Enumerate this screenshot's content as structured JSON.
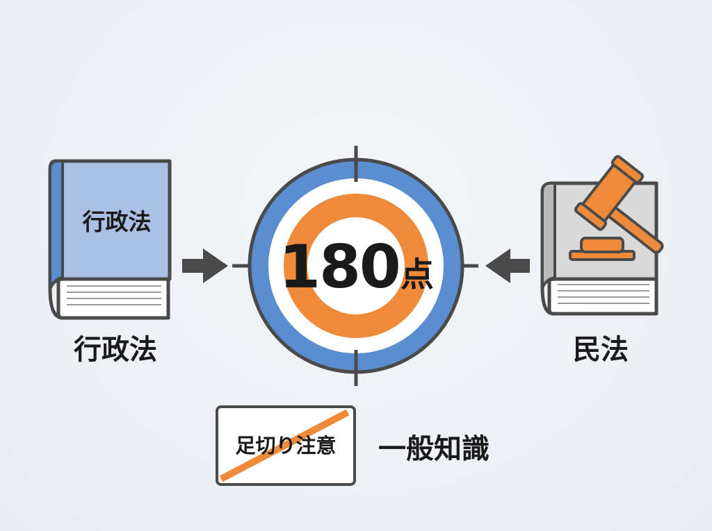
{
  "left_book": {
    "cover_text": "行政法",
    "caption": "行政法"
  },
  "target": {
    "score_number": "180",
    "score_unit": "点"
  },
  "right_book": {
    "caption": "民法"
  },
  "cutoff_box": {
    "text": "足切り注意"
  },
  "general_knowledge": {
    "label": "一般知識"
  },
  "colors": {
    "blue": "#5b8ed0",
    "light_blue": "#a9c0e4",
    "orange": "#ee8a3a",
    "gray": "#4a4a4a",
    "book_gray": "#d9d9d9"
  },
  "icons": {
    "left_book": "book-icon",
    "right_book": "law-book-icon",
    "gavel": "gavel-icon",
    "arrow_right": "arrow-right-icon",
    "arrow_left": "arrow-left-icon",
    "target": "target-icon"
  }
}
